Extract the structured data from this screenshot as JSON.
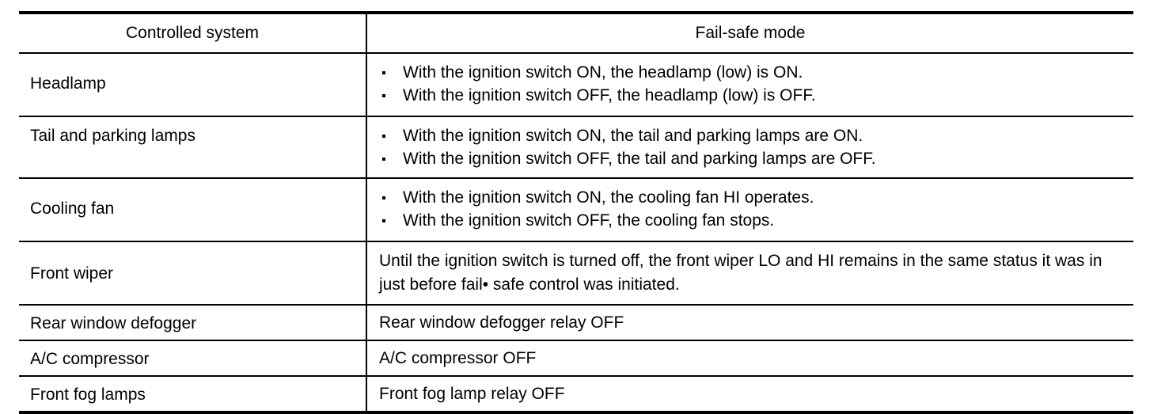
{
  "table": {
    "columns": [
      {
        "key": "controlled_system",
        "label": "Controlled system"
      },
      {
        "key": "fail_safe_mode",
        "label": "Fail-safe mode"
      }
    ],
    "rows": [
      {
        "system": "Headlamp",
        "mode_type": "bullets",
        "bullets": [
          "With the ignition switch ON, the headlamp (low) is ON.",
          "With the ignition switch OFF, the headlamp (low) is OFF."
        ]
      },
      {
        "system": "Tail and parking lamps",
        "mode_type": "bullets",
        "bullets": [
          "With the ignition switch ON, the tail and parking lamps are ON.",
          "With the ignition switch OFF, the tail and parking lamps are OFF."
        ]
      },
      {
        "system": "Cooling fan",
        "mode_type": "bullets",
        "bullets": [
          "With the ignition switch ON, the cooling fan HI operates.",
          "With the ignition switch OFF, the cooling fan stops."
        ]
      },
      {
        "system": "Front wiper",
        "mode_type": "paragraph",
        "paragraph": "Until the ignition switch is turned off, the front wiper LO and HI remains in the same status it was in just before fail• safe control was initiated."
      },
      {
        "system": "Rear window defogger",
        "mode_type": "plain",
        "text": "Rear window defogger relay OFF"
      },
      {
        "system": "A/C compressor",
        "mode_type": "plain",
        "text": "A/C compressor OFF"
      },
      {
        "system": "Front fog lamps",
        "mode_type": "plain",
        "text": "Front fog lamp relay OFF"
      }
    ]
  },
  "style": {
    "text_color": "#000000",
    "rule_color": "#000000",
    "background": "#ffffff"
  }
}
